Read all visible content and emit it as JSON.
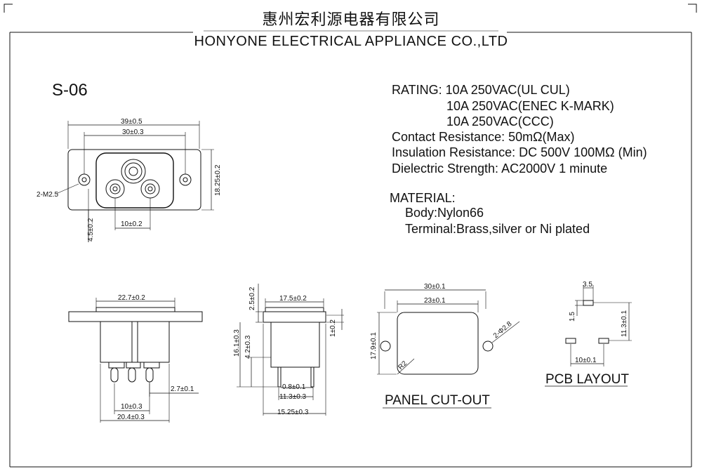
{
  "header": {
    "title_cn": "惠州宏利源电器有限公司",
    "title_en": "HONYONE  ELECTRICAL  APPLIANCE  CO.,LTD"
  },
  "model": "S-06",
  "specs": {
    "rating_1": "RATING: 10A 250VAC(UL CUL)",
    "rating_2": "10A 250VAC(ENEC K-MARK)",
    "rating_3": "10A 250VAC(CCC)",
    "contact_resistance": "Contact Resistance: 50mΩ(Max)",
    "insulation_resistance": "Insulation Resistance: DC 500V 100MΩ  (Min)",
    "dielectric_strength": "Dielectric Strength: AC2000V 1 minute"
  },
  "material": {
    "heading": "MATERIAL:",
    "body": "Body:Nylon66",
    "terminal": "Terminal:Brass,silver or Ni plated"
  },
  "labels": {
    "panel_cutout": "PANEL CUT-OUT",
    "pcb_layout": "PCB LAYOUT"
  },
  "dimensions": {
    "top_overall_width": "39±0.5",
    "top_hole_pitch": "30±0.3",
    "top_height": "18.25±0.2",
    "mount_holes": "2-M2.5",
    "top_pin_pitch": "10±0.2",
    "top_pin_offset": "4.5±0.2",
    "front_flange_width": "22.7±0.2",
    "front_pin_offset": "2.7±0.1",
    "front_pin_pitch": "10±0.3",
    "front_body_width": "20.4±0.3",
    "side_flange_height": "2.5±0.2",
    "side_width": "17.5±0.2",
    "side_total_height": "16.1±0.3",
    "side_lower_height": "4.2±0.3",
    "side_right": "1±0.2",
    "side_pin_thickness": "0.8±0.1",
    "side_pin_pitch": "11.3±0.3",
    "side_total_width": "15.25±0.3",
    "cutout_width": "30±0.1",
    "cutout_inner_width": "23±0.1",
    "cutout_height": "17.9±0.1",
    "cutout_holes": "2-Φ2.8",
    "cutout_radius": "R2",
    "pcb_pad_width": "3.5",
    "pcb_pad_height": "1.5",
    "pcb_height": "11.3±0.1",
    "pcb_pitch": "10±0.1"
  }
}
